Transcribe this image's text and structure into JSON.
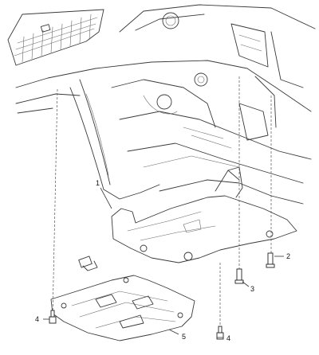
{
  "callouts": [
    {
      "id": "1",
      "text": "1"
    },
    {
      "id": "2",
      "text": "2"
    },
    {
      "id": "3",
      "text": "3"
    },
    {
      "id": "4a",
      "text": "4"
    },
    {
      "id": "4b",
      "text": "4"
    },
    {
      "id": "5",
      "text": "5"
    }
  ]
}
